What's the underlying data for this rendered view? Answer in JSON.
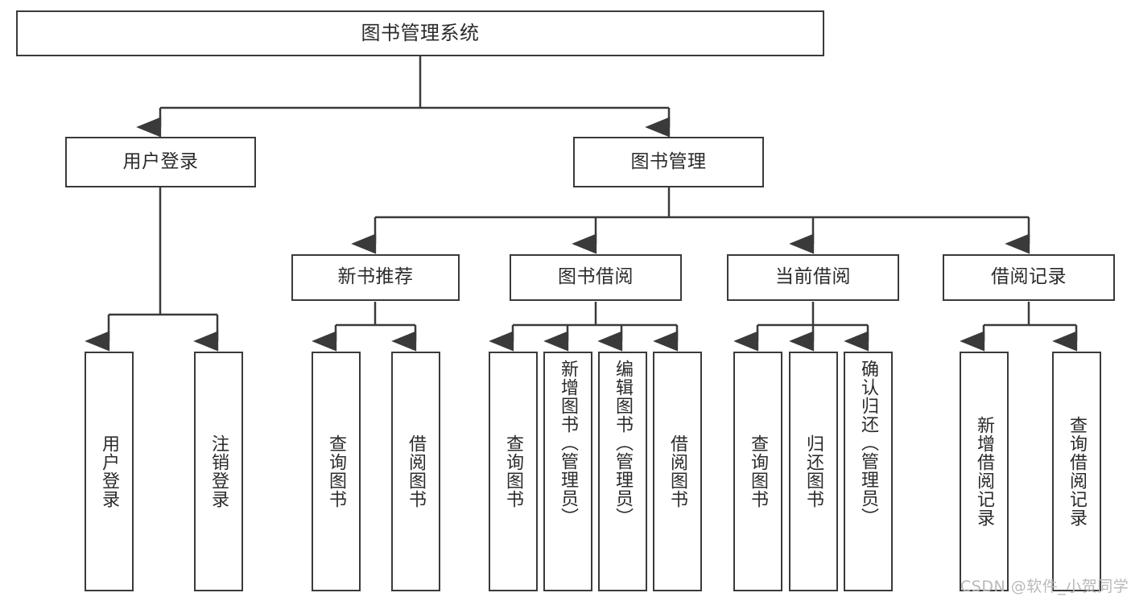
{
  "diagram": {
    "title": "图书管理系统",
    "type": "tree-hierarchy-chart",
    "root": {
      "label": "图书管理系统"
    },
    "level2": [
      {
        "label": "用户登录"
      },
      {
        "label": "图书管理"
      }
    ],
    "level3": [
      {
        "label": "新书推荐"
      },
      {
        "label": "图书借阅"
      },
      {
        "label": "当前借阅"
      },
      {
        "label": "借阅记录"
      }
    ],
    "leaves": {
      "user_login": [
        {
          "label": "用户登录"
        },
        {
          "label": "注销登录"
        }
      ],
      "new_book_recommend": [
        {
          "label": "查询图书"
        },
        {
          "label": "借阅图书"
        }
      ],
      "book_borrow": [
        {
          "label": "查询图书"
        },
        {
          "label": "新增图书（管理员）"
        },
        {
          "label": "编辑图书（管理员）"
        },
        {
          "label": "借阅图书"
        }
      ],
      "current_borrow": [
        {
          "label": "查询图书"
        },
        {
          "label": "归还图书"
        },
        {
          "label": "确认归还（管理员）"
        }
      ],
      "borrow_record": [
        {
          "label": "新增借阅记录"
        },
        {
          "label": "查询借阅记录"
        }
      ]
    }
  },
  "watermark": {
    "text": "CSDN @软件_小贺同学"
  },
  "colors": {
    "stroke": "#3a3a3a",
    "fill": "#ffffff",
    "text": "#2b2b2b",
    "watermark": "#b9b9b9"
  }
}
